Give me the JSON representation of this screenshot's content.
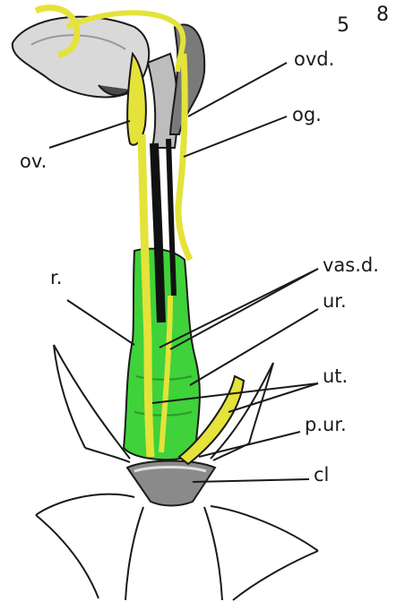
{
  "figure": {
    "corner_numbers": [
      "5",
      "8"
    ],
    "labels": {
      "ovd": "ovd.",
      "ov": "ov.",
      "og": "og.",
      "vasd": "vas.d.",
      "r": "r.",
      "ur": "ur.",
      "ut": "ut.",
      "pur": "p.ur.",
      "cl": "cl"
    }
  },
  "colors": {
    "outline": "#1a1a1a",
    "yellow": "#e5e23a",
    "green": "#3fd23a",
    "gray": "#bdbdbd",
    "black_organ": "#111111"
  }
}
